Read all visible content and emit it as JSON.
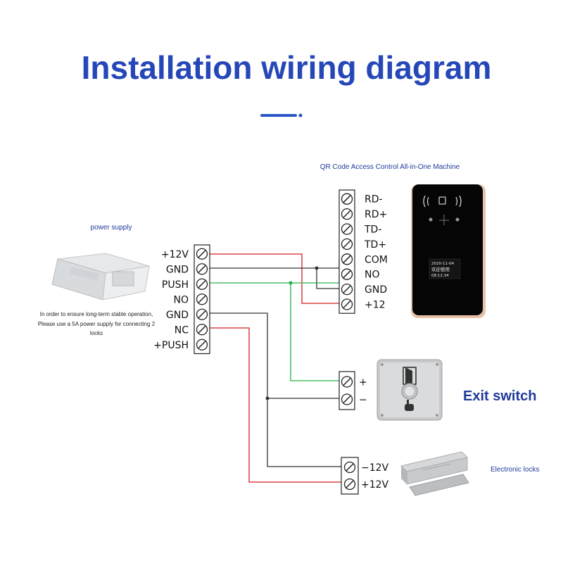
{
  "header": {
    "title": "Installation wiring diagram"
  },
  "power_supply": {
    "label": "power supply",
    "note_lines": [
      "In order to ensure long-term stable operation,",
      "Please use a 5A power supply for connecting 2",
      "locks"
    ],
    "terminals": [
      "+12V",
      "GND",
      "PUSH",
      "NO",
      "GND",
      "NC",
      "+PUSH"
    ]
  },
  "reader": {
    "label": "QR Code Access Control All-in-One Machine",
    "terminals": [
      "RD-",
      "RD+",
      "TD-",
      "TD+",
      "COM",
      "NO",
      "GND",
      "+12"
    ],
    "screen_date": "2020-11-04",
    "screen_text": "欢迎使用",
    "screen_time": "08:12:34"
  },
  "exit_switch": {
    "label": "Exit switch",
    "terminals": [
      "+",
      "−"
    ]
  },
  "lock": {
    "label": "Electronic locks",
    "terminals": [
      "−12V",
      "+12V"
    ]
  },
  "colors": {
    "title": "#2547b8",
    "red_wire": "#d21f1f",
    "green_wire": "#27b04a",
    "black_wire": "#333333"
  }
}
